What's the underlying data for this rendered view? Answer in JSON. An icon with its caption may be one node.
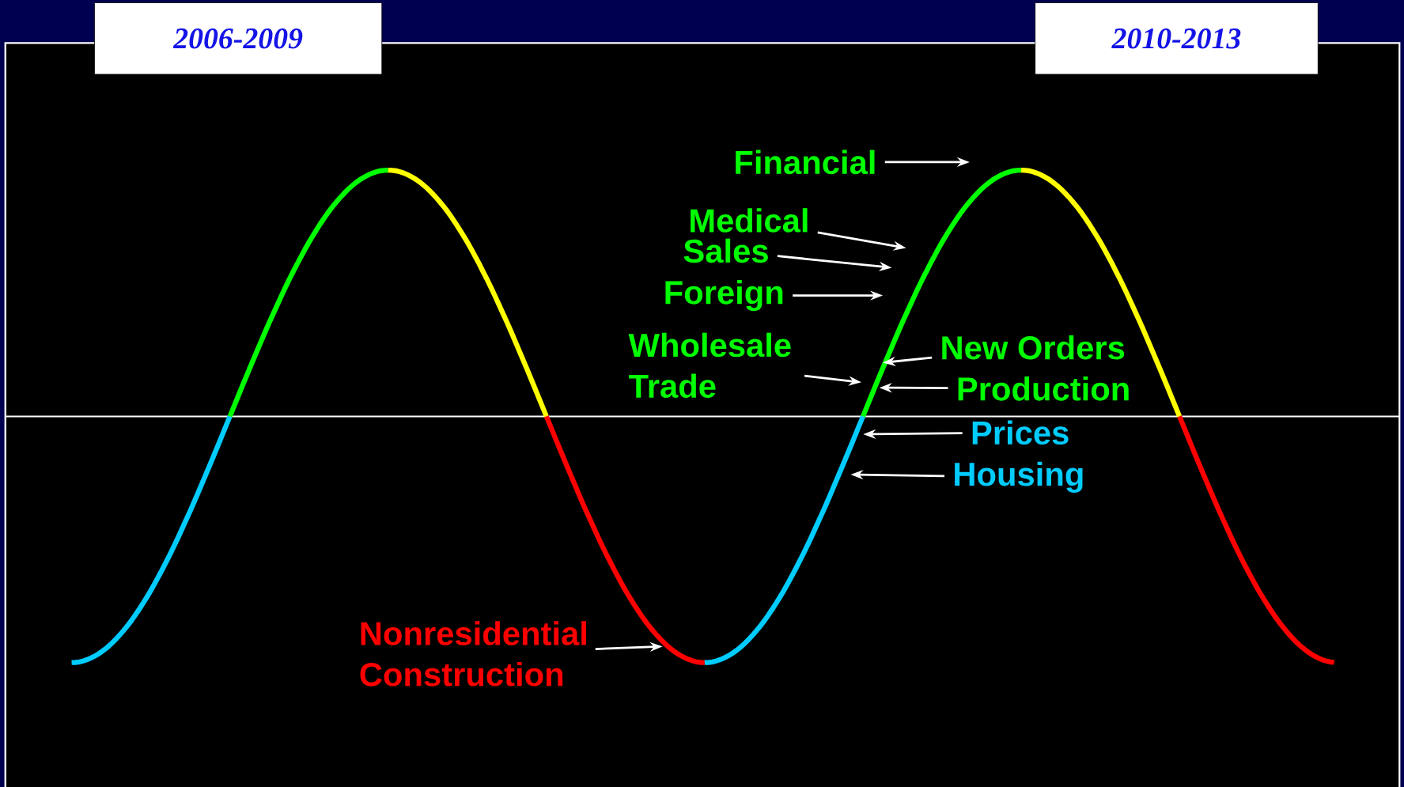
{
  "diagram": {
    "nodes": [
      {
        "text": [
          "2006-2009"
        ]
      },
      {
        "text": [
          "2010-2013"
        ]
      },
      {
        "text": [
          "Financial"
        ]
      },
      {
        "text": [
          "Medical"
        ]
      },
      {
        "text": [
          "Sales"
        ]
      },
      {
        "text": [
          "Foreign"
        ]
      },
      {
        "text": [
          "Wholesale Trade"
        ]
      },
      {
        "text": [
          "New Orders"
        ]
      },
      {
        "text": [
          "Production"
        ]
      },
      {
        "text": [
          "Prices"
        ]
      },
      {
        "text": [
          "Housing"
        ]
      },
      {
        "text": [
          "Nonresidential Construction"
        ]
      }
    ],
    "edges": [
      {
        "from": 2,
        "to": null,
        "arrow": "to"
      },
      {
        "from": 3,
        "to": null,
        "arrow": "to"
      },
      {
        "from": 4,
        "to": null,
        "arrow": "to"
      },
      {
        "from": 5,
        "to": null,
        "arrow": "to"
      },
      {
        "from": 6,
        "to": null,
        "arrow": "to"
      },
      {
        "from": 7,
        "to": null,
        "arrow": "to"
      },
      {
        "from": 8,
        "to": null,
        "arrow": "to"
      },
      {
        "from": 9,
        "to": null,
        "arrow": "to"
      },
      {
        "from": 10,
        "to": null,
        "arrow": "to"
      },
      {
        "from": 11,
        "to": null,
        "arrow": "to"
      }
    ]
  }
}
